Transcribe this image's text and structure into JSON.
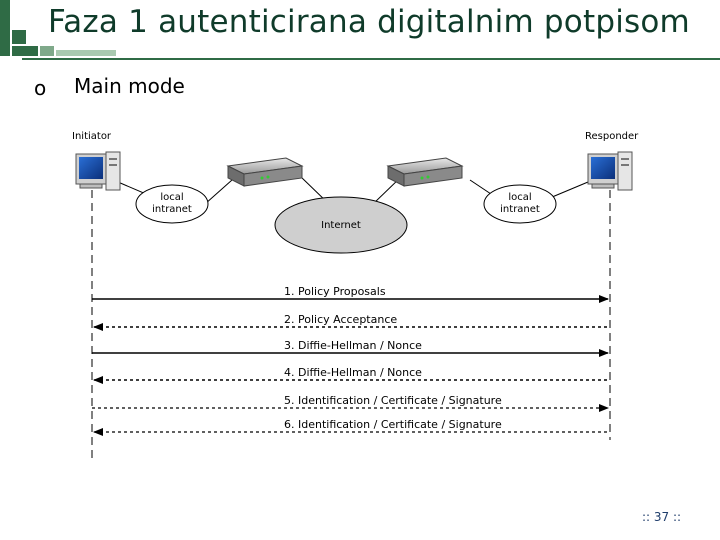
{
  "title": "Faza 1 autenticirana digitalnim potpisom",
  "bullet": {
    "symbol": "o",
    "text": "Main mode"
  },
  "diagram": {
    "initiator_label": "Initiator",
    "responder_label": "Responder",
    "cloud_left": [
      "local",
      "intranet"
    ],
    "cloud_right": [
      "local",
      "intranet"
    ],
    "cloud_center": "Internet",
    "messages": [
      {
        "text": "1. Policy Proposals",
        "direction": "to-responder",
        "style": "solid"
      },
      {
        "text": "2. Policy Acceptance",
        "direction": "to-initiator",
        "style": "dashed"
      },
      {
        "text": "3. Diffie-Hellman / Nonce",
        "direction": "to-responder",
        "style": "solid"
      },
      {
        "text": "4.  Diffie-Hellman / Nonce",
        "direction": "to-initiator",
        "style": "dashed"
      },
      {
        "text": "5. Identification / Certificate / Signature",
        "direction": "to-responder",
        "style": "dashed"
      },
      {
        "text": "6.  Identification / Certificate / Signature",
        "direction": "to-initiator",
        "style": "dashed"
      }
    ]
  },
  "page_number": ":: 37 ::",
  "colors": {
    "accent_green": "#2f6b45",
    "title_color": "#0f3b2a",
    "cloud_fill": "#cfcfcf"
  },
  "icons": [
    "computer-icon",
    "router-icon"
  ]
}
